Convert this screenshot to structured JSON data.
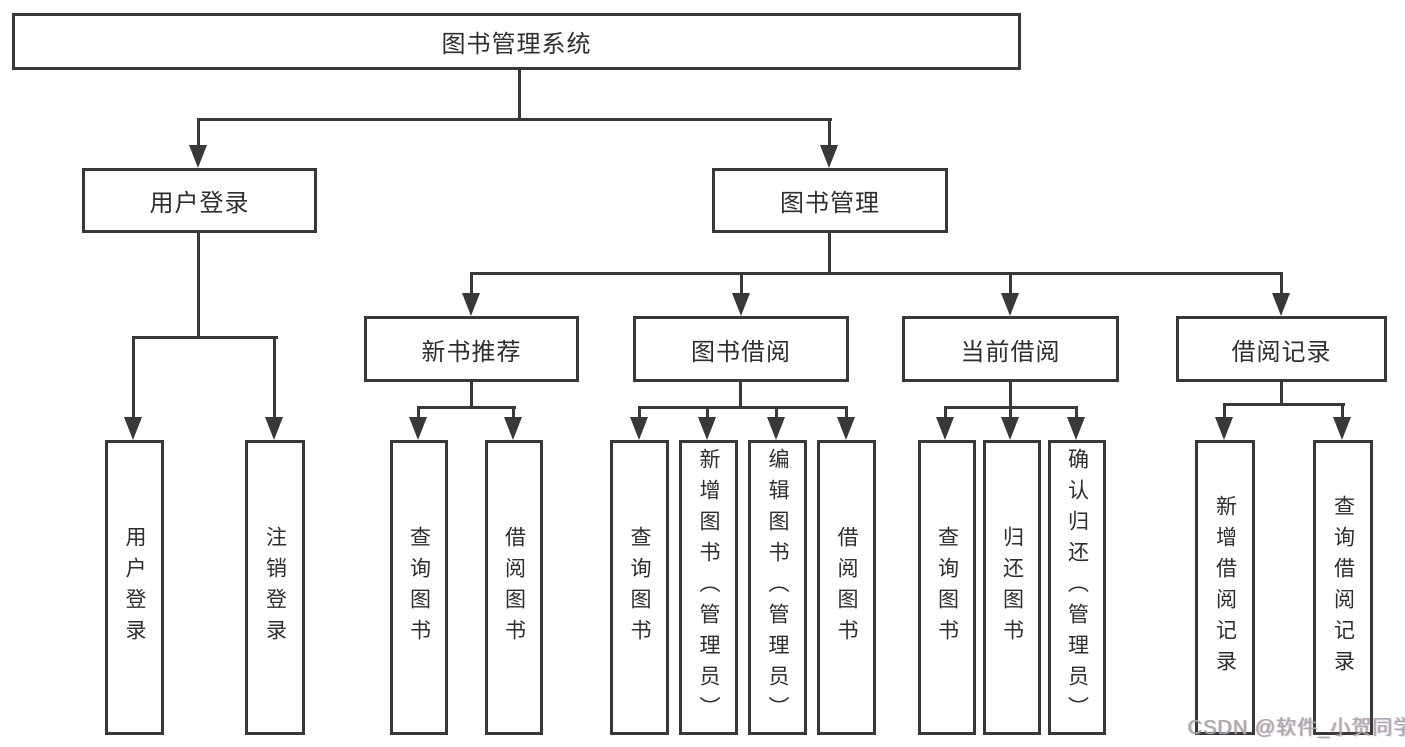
{
  "diagram_title": "图书管理系统",
  "colors": {
    "line": "#383838",
    "text": "#2e2e2e",
    "background": "#ffffff",
    "watermark": "#a8a8ae"
  },
  "tree": {
    "root": {
      "label": "图书管理系统"
    },
    "children": [
      {
        "label": "用户登录",
        "children": [
          {
            "label": "用户登录"
          },
          {
            "label": "注销登录"
          }
        ]
      },
      {
        "label": "图书管理",
        "children": [
          {
            "label": "新书推荐",
            "children": [
              {
                "label": "查询图书"
              },
              {
                "label": "借阅图书"
              }
            ]
          },
          {
            "label": "图书借阅",
            "children": [
              {
                "label": "查询图书"
              },
              {
                "label": "新增图书（管理员）"
              },
              {
                "label": "编辑图书（管理员）"
              },
              {
                "label": "借阅图书"
              }
            ]
          },
          {
            "label": "当前借阅",
            "children": [
              {
                "label": "查询图书"
              },
              {
                "label": "归还图书"
              },
              {
                "label": "确认归还（管理员）"
              }
            ]
          },
          {
            "label": "借阅记录",
            "children": [
              {
                "label": "新增借阅记录"
              },
              {
                "label": "查询借阅记录"
              }
            ]
          }
        ]
      }
    ]
  },
  "watermark": {
    "text": "CSDN @软件_小贺同学"
  }
}
